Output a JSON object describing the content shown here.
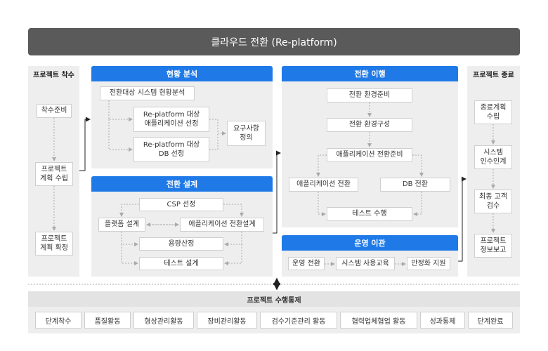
{
  "title": "클라우드 전환 (Re-platform)",
  "start": {
    "header": "프로젝트 착수",
    "items": [
      "착수준비",
      "프로젝트\n계획 수립",
      "프로젝트\n계획 확정"
    ]
  },
  "analysis": {
    "header": "현황 분석",
    "main": "전환대상 시스템 현황분석",
    "app": "Re-platform 대상\n애플리케이션 선정",
    "db": "Re-platform 대상\nDB 선정",
    "req": "요구사항\n정의"
  },
  "design": {
    "header": "전환 설계",
    "csp": "CSP 선정",
    "platform": "플랫폼 설계",
    "app": "애플리케이션 전환설계",
    "capacity": "용량산정",
    "test": "테스트 설계"
  },
  "migration": {
    "header": "전환 이행",
    "env_prep": "전환 환경준비",
    "env_build": "전환 환경구성",
    "app_prep": "애플리케이션 전환준비",
    "app_conv": "애플리케이션 전환",
    "db_conv": "DB 전환",
    "test_run": "테스트 수행"
  },
  "operation": {
    "header": "운영 이관",
    "items": [
      "운영 전환",
      "시스템 사용교육",
      "안정화 지원"
    ]
  },
  "end": {
    "header": "프로젝트 종료",
    "items": [
      "종료계획\n수립",
      "시스템\n인수인계",
      "최종 고객\n검수",
      "프로젝트\n정보보고"
    ]
  },
  "control": {
    "header": "프로젝트 수행통제",
    "items": [
      "단계착수",
      "품질활동",
      "형상관리활동",
      "장비관리활동",
      "검수기준관리 활동",
      "협력업체협업 활동",
      "성과통제",
      "단계완료"
    ]
  }
}
